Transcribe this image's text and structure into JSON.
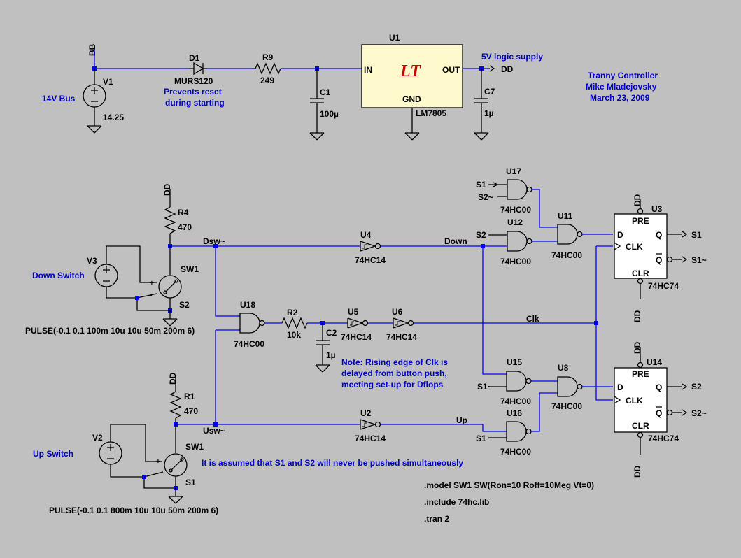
{
  "colors": {
    "background": "#c0c0c0",
    "wire": "#0000ff",
    "component": "#000000",
    "comment": "#0000c8",
    "ic_fill": "#ffffff",
    "brand": "#cc0000"
  },
  "title": {
    "line1": "Tranny Controller",
    "line2": "Mike Mladejovsky",
    "line3": "March 23, 2009"
  },
  "supply": {
    "bb": "BB",
    "v1": "V1",
    "v1_val": "14.25",
    "bus_label": "14V Bus",
    "d1": "D1",
    "d1_model": "MURS120",
    "note1": "Prevents reset",
    "note2": "during starting",
    "r9": "R9",
    "r9_val": "249",
    "c1": "C1",
    "c1_val": "100µ",
    "u1": "U1",
    "u1_in": "IN",
    "u1_out": "OUT",
    "u1_gnd": "GND",
    "u1_part": "LM7805",
    "u1_logo": "LT",
    "supply_label": "5V logic supply",
    "dd": "DD",
    "c7": "C7",
    "c7_val": "1µ"
  },
  "down": {
    "dd": "DD",
    "r4": "R4",
    "r4_val": "470",
    "v3": "V3",
    "label": "Down Switch",
    "sw1": "SW1",
    "s2": "S2",
    "pulse": "PULSE(-0.1 0.1 100m 10u 10u 50m 200m 6)",
    "net": "Dsw~",
    "u4": "U4",
    "u4_part": "74HC14",
    "net_out": "Down"
  },
  "up": {
    "dd": "DD",
    "r1": "R1",
    "r1_val": "470",
    "v2": "V2",
    "label": "Up Switch",
    "sw1": "SW1",
    "s1": "S1",
    "pulse": "PULSE(-0.1 0.1 800m 10u 10u 50m 200m 6)",
    "net": "Usw~",
    "u2": "U2",
    "u2_part": "74HC14",
    "net_out": "Up"
  },
  "clock": {
    "u18": "U18",
    "u18_part": "74HC00",
    "r2": "R2",
    "r2_val": "10k",
    "c2": "C2",
    "c2_val": "1µ",
    "u5": "U5",
    "u5_part": "74HC14",
    "u6": "U6",
    "u6_part": "74HC14",
    "net": "Clk",
    "note1": "Note: Rising edge of Clk is",
    "note2": "delayed from button push,",
    "note3": "meeting set-up for Dflops"
  },
  "logic": {
    "u17": "U17",
    "u17_part": "74HC00",
    "u17_a": "S1",
    "u17_b": "S2~",
    "u12": "U12",
    "u12_part": "74HC00",
    "u12_a": "S2",
    "u11": "U11",
    "u11_part": "74HC00",
    "u15": "U15",
    "u15_part": "74HC00",
    "u15_b": "S1~",
    "u16": "U16",
    "u16_part": "74HC00",
    "u16_b": "S1",
    "u8": "U8",
    "u8_part": "74HC00"
  },
  "ff_top": {
    "name": "U3",
    "part": "74HC74",
    "pre": "PRE",
    "clr": "CLR",
    "d": "D",
    "clk": "CLK",
    "q": "Q",
    "qbar": "Q",
    "q_net": "S1",
    "qbar_net": "S1~",
    "dd_top": "DD",
    "dd_bot": "DD"
  },
  "ff_bot": {
    "name": "U14",
    "part": "74HC74",
    "pre": "PRE",
    "clr": "CLR",
    "d": "D",
    "clk": "CLK",
    "q": "Q",
    "qbar": "Q",
    "q_net": "S2",
    "qbar_net": "S2~",
    "dd_top": "DD",
    "dd_bot": "DD"
  },
  "notes": {
    "assumption": "It is assumed that S1 and S2 will never be pushed simultaneously",
    "model": ".model SW1 SW(Ron=10 Roff=10Meg Vt=0)",
    "include": ".include 74hc.lib",
    "tran": ".tran 2"
  }
}
